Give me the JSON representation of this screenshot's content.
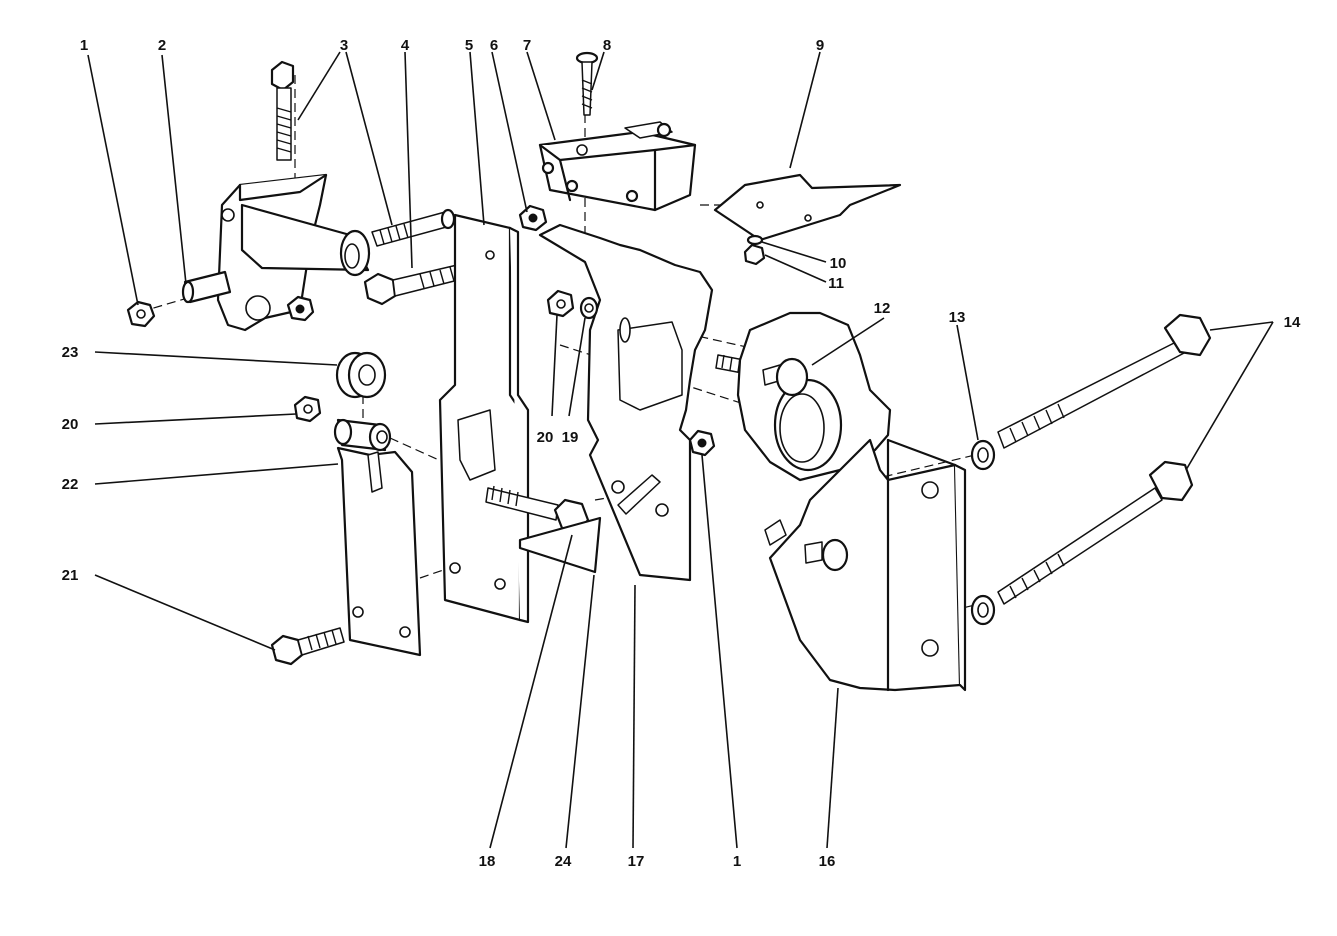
{
  "diagram": {
    "type": "exploded-parts-view",
    "callouts": [
      {
        "id": "c1a",
        "label": "1"
      },
      {
        "id": "c2",
        "label": "2"
      },
      {
        "id": "c3",
        "label": "3"
      },
      {
        "id": "c4",
        "label": "4"
      },
      {
        "id": "c5",
        "label": "5"
      },
      {
        "id": "c6",
        "label": "6"
      },
      {
        "id": "c7",
        "label": "7"
      },
      {
        "id": "c8",
        "label": "8"
      },
      {
        "id": "c9",
        "label": "9"
      },
      {
        "id": "c10",
        "label": "10"
      },
      {
        "id": "c11",
        "label": "11"
      },
      {
        "id": "c12",
        "label": "12"
      },
      {
        "id": "c13",
        "label": "13"
      },
      {
        "id": "c14",
        "label": "14"
      },
      {
        "id": "c23",
        "label": "23"
      },
      {
        "id": "c20a",
        "label": "20"
      },
      {
        "id": "c20b",
        "label": "20"
      },
      {
        "id": "c19",
        "label": "19"
      },
      {
        "id": "c22",
        "label": "22"
      },
      {
        "id": "c21",
        "label": "21"
      },
      {
        "id": "c18",
        "label": "18"
      },
      {
        "id": "c24",
        "label": "24"
      },
      {
        "id": "c17",
        "label": "17"
      },
      {
        "id": "c1b",
        "label": "1"
      },
      {
        "id": "c16",
        "label": "16"
      }
    ]
  }
}
